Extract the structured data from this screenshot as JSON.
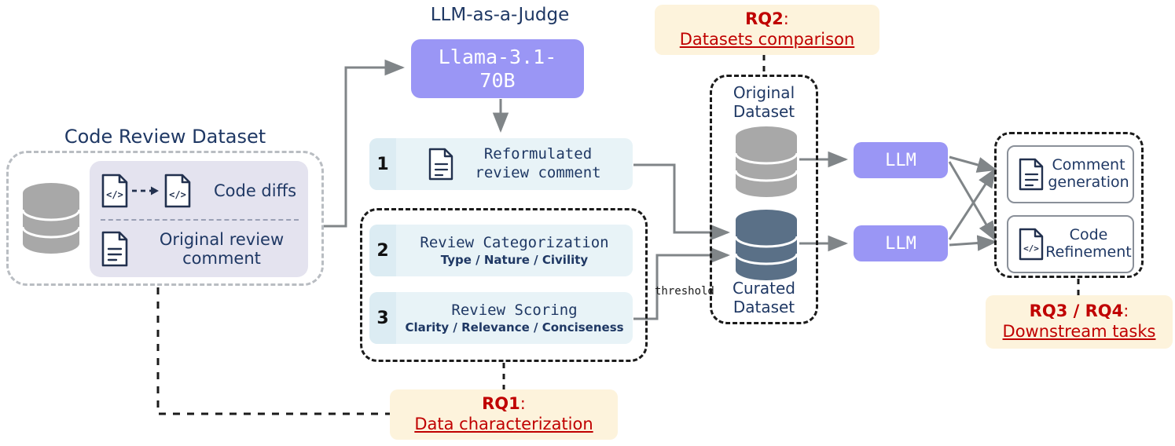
{
  "left_dataset": {
    "title": "Code Review Dataset",
    "rows": [
      {
        "label": "Code diffs",
        "icons": [
          "code-file-icon",
          "dashed-arrow-icon",
          "code-file-icon"
        ]
      },
      {
        "label": "Original review\ncomment",
        "icons": [
          "document-icon"
        ]
      }
    ]
  },
  "judge": {
    "title": "LLM-as-a-Judge",
    "model": "Llama-3.1-\n70B"
  },
  "cards": [
    {
      "num": "1",
      "text": "Reformulated\nreview comment",
      "sub": "",
      "icon": "document-icon"
    },
    {
      "num": "2",
      "text": "Review Categorization",
      "sub": "Type / Nature / Civility",
      "icon": ""
    },
    {
      "num": "3",
      "text": "Review Scoring",
      "sub": "Clarity / Relevance / Conciseness",
      "icon": ""
    }
  ],
  "datasets": {
    "original_label": "Original\nDataset",
    "curated_label": "Curated\nDataset",
    "threshold_label": "threshold",
    "original_color": "#a8a8a8",
    "curated_color": "#5a7087"
  },
  "llm_pills": [
    {
      "label": "LLM"
    },
    {
      "label": "LLM"
    }
  ],
  "downstream": {
    "tasks": [
      {
        "label": "Comment\ngeneration",
        "icon": "document-icon"
      },
      {
        "label": "Code\nRefinement",
        "icon": "code-file-icon"
      }
    ]
  },
  "callouts": {
    "rq1": {
      "tag": "RQ1",
      "colon": ":",
      "text": "Data characterization"
    },
    "rq2": {
      "tag": "RQ2",
      "colon": ":",
      "text": "Datasets comparison"
    },
    "rq3": {
      "tag": "RQ3 / RQ4",
      "colon": ":",
      "text": "Downstream tasks"
    }
  },
  "colors": {
    "purple": "#9a96f5",
    "light_blue": "#e8f3f7",
    "lavender": "#e4e3ef",
    "cream": "#fdf3dc",
    "red": "#c00000",
    "navy": "#1f3864",
    "gray_arrow": "#808588"
  }
}
